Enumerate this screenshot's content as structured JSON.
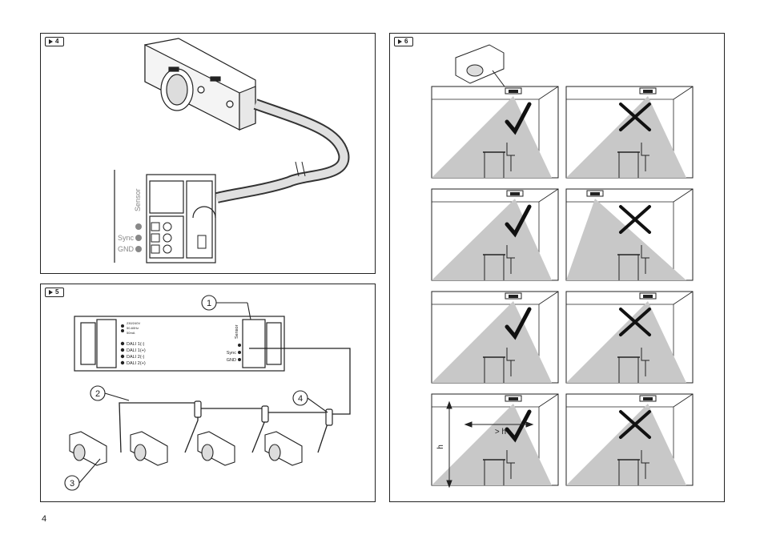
{
  "page_number": "4",
  "fig4": {
    "tag": "4",
    "sensor_label": "Sensor",
    "sync_label": "Sync",
    "gnd_label": "GND"
  },
  "fig5": {
    "tag": "5",
    "power_lines": [
      "230/240V",
      "50-60Hz",
      "50mA"
    ],
    "dali_labels": [
      "DALI 1(-)",
      "DALI 1(+)",
      "DALI 2(-)",
      "DALI 2(+)"
    ],
    "sensor_label": "Sensor",
    "sync_label": "Sync",
    "gnd_label": "GND",
    "callouts": [
      "1",
      "2",
      "3",
      "4"
    ]
  },
  "fig6": {
    "tag": "6",
    "distance_label": "> h",
    "height_label": "h",
    "results": [
      "ok",
      "no",
      "ok",
      "no",
      "ok",
      "no",
      "ok",
      "no"
    ]
  }
}
